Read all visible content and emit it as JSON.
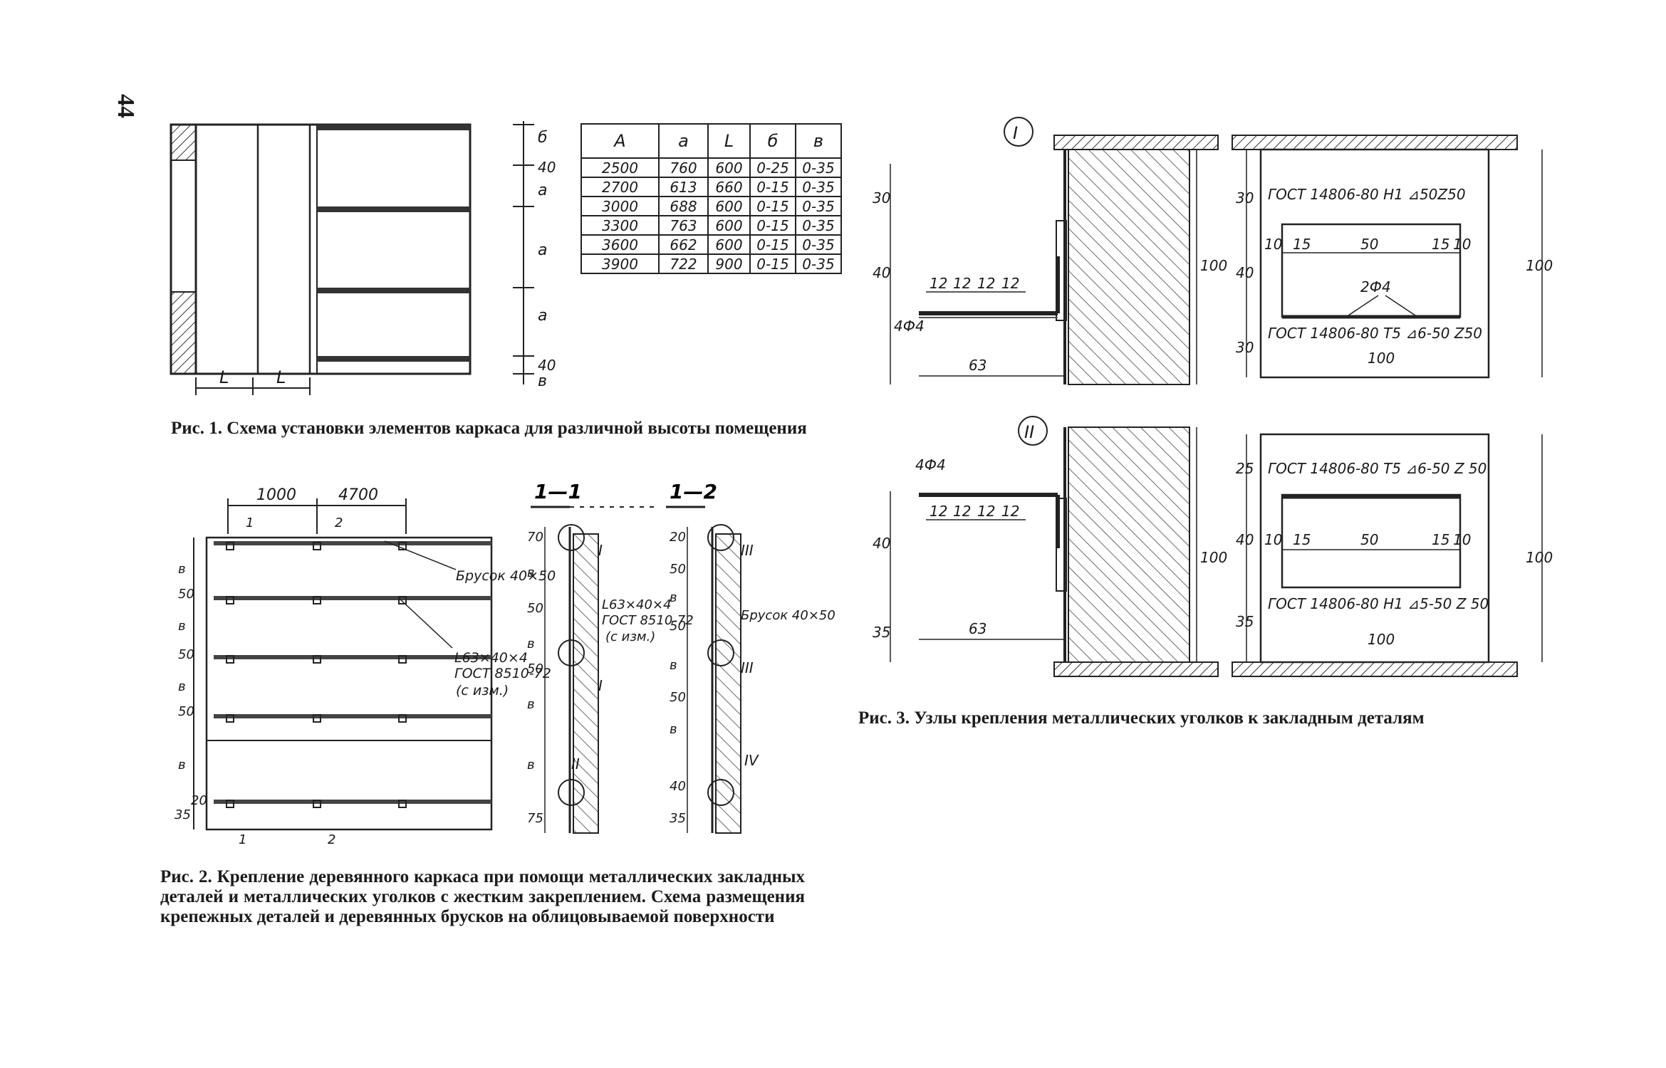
{
  "page_number": "44",
  "fig1": {
    "caption": "Рис. 1. Схема установки элементов каркаса для различной высоты помещения",
    "labels": {
      "L": "L",
      "a": "a",
      "b": "б",
      "v": "в",
      "forty": "40"
    },
    "table": {
      "headers": [
        "A",
        "a",
        "L",
        "б",
        "в"
      ],
      "rows": [
        [
          "2500",
          "760",
          "600",
          "0-25",
          "0-35"
        ],
        [
          "2700",
          "613",
          "660",
          "0-15",
          "0-35"
        ],
        [
          "3000",
          "688",
          "600",
          "0-15",
          "0-35"
        ],
        [
          "3300",
          "763",
          "600",
          "0-15",
          "0-35"
        ],
        [
          "3600",
          "662",
          "600",
          "0-15",
          "0-35"
        ],
        [
          "3900",
          "722",
          "900",
          "0-15",
          "0-35"
        ]
      ]
    }
  },
  "fig2": {
    "caption": "Рис. 2. Крепление деревянного каркаса при помощи металлических закладных деталей и металлических уголков с жестким закреплением. Схема размещения крепежных деталей и деревянных брусков на облицовываемой поверхности",
    "dim_top_left": "1000",
    "dim_top_right": "4700",
    "label_brusok": "Брусок 40×50",
    "label_angle": "L63×40×4",
    "label_gost": "ГОСТ 8510-72",
    "label_izm": "(с изм.)",
    "section_1_1": "1—1",
    "section_1_2": "1—2",
    "side_dims": [
      "в",
      "50",
      "в",
      "50",
      "в",
      "50",
      "в",
      "35",
      "20"
    ],
    "section_a_dims": [
      "70",
      "в",
      "50",
      "в",
      "50",
      "в",
      "в",
      "75"
    ],
    "section_b_dims": [
      "20",
      "50",
      "в",
      "50",
      "в",
      "50",
      "в",
      "40",
      "35"
    ],
    "node_I": "I",
    "node_II": "II",
    "node_III": "III",
    "node_IV": "IV",
    "mark_1": "1",
    "mark_2": "2"
  },
  "fig3": {
    "caption": "Рис. 3. Узлы крепления металлических уголков к закладным деталям",
    "node_I": "I",
    "node_II": "II",
    "dims_12": "12",
    "bar_label": "4Ф4",
    "dim_63": "63",
    "dim_30": "30",
    "dim_40": "40",
    "dim_35": "35",
    "dim_25": "25",
    "dim_100": "100",
    "dim_10": "10",
    "dim_15": "15",
    "dim_50": "50",
    "two_phi4": "2Ф4",
    "gost_I_top": "ГОСТ 14806-80 H1 ⊿50Z50",
    "gost_I_bottom": "ГОСТ 14806-80 T5 ⊿6-50 Z50",
    "gost_II_top": "ГОСТ 14806-80 T5 ⊿6-50 Z 50",
    "gost_II_bottom": "ГОСТ 14806-80 H1 ⊿5-50 Z 50"
  }
}
